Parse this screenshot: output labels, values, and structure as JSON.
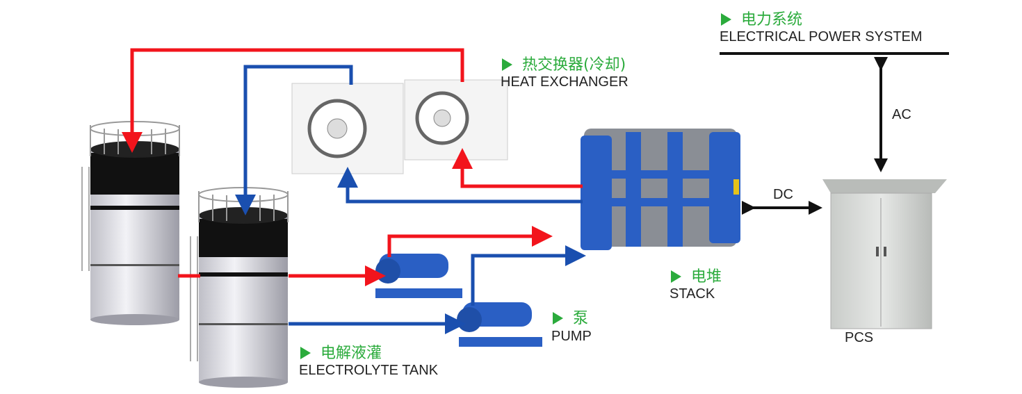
{
  "labels": {
    "power_system": {
      "cn": "电力系统",
      "en": "ELECTRICAL POWER SYSTEM"
    },
    "heat_exchanger": {
      "cn": "热交换器(冷却)",
      "en": "HEAT EXCHANGER"
    },
    "stack": {
      "cn": "电堆",
      "en": "STACK"
    },
    "pump": {
      "cn": "泵",
      "en": "PUMP"
    },
    "tank": {
      "cn": "电解液灌",
      "en": "ELECTROLYTE TANK"
    },
    "ac": "AC",
    "dc": "DC",
    "pcs": "PCS"
  },
  "colors": {
    "accent_green": "#2bab3c",
    "hot_line": "#f2141c",
    "cold_line": "#1a4faf",
    "equipment_blue": "#2a5fc4"
  }
}
